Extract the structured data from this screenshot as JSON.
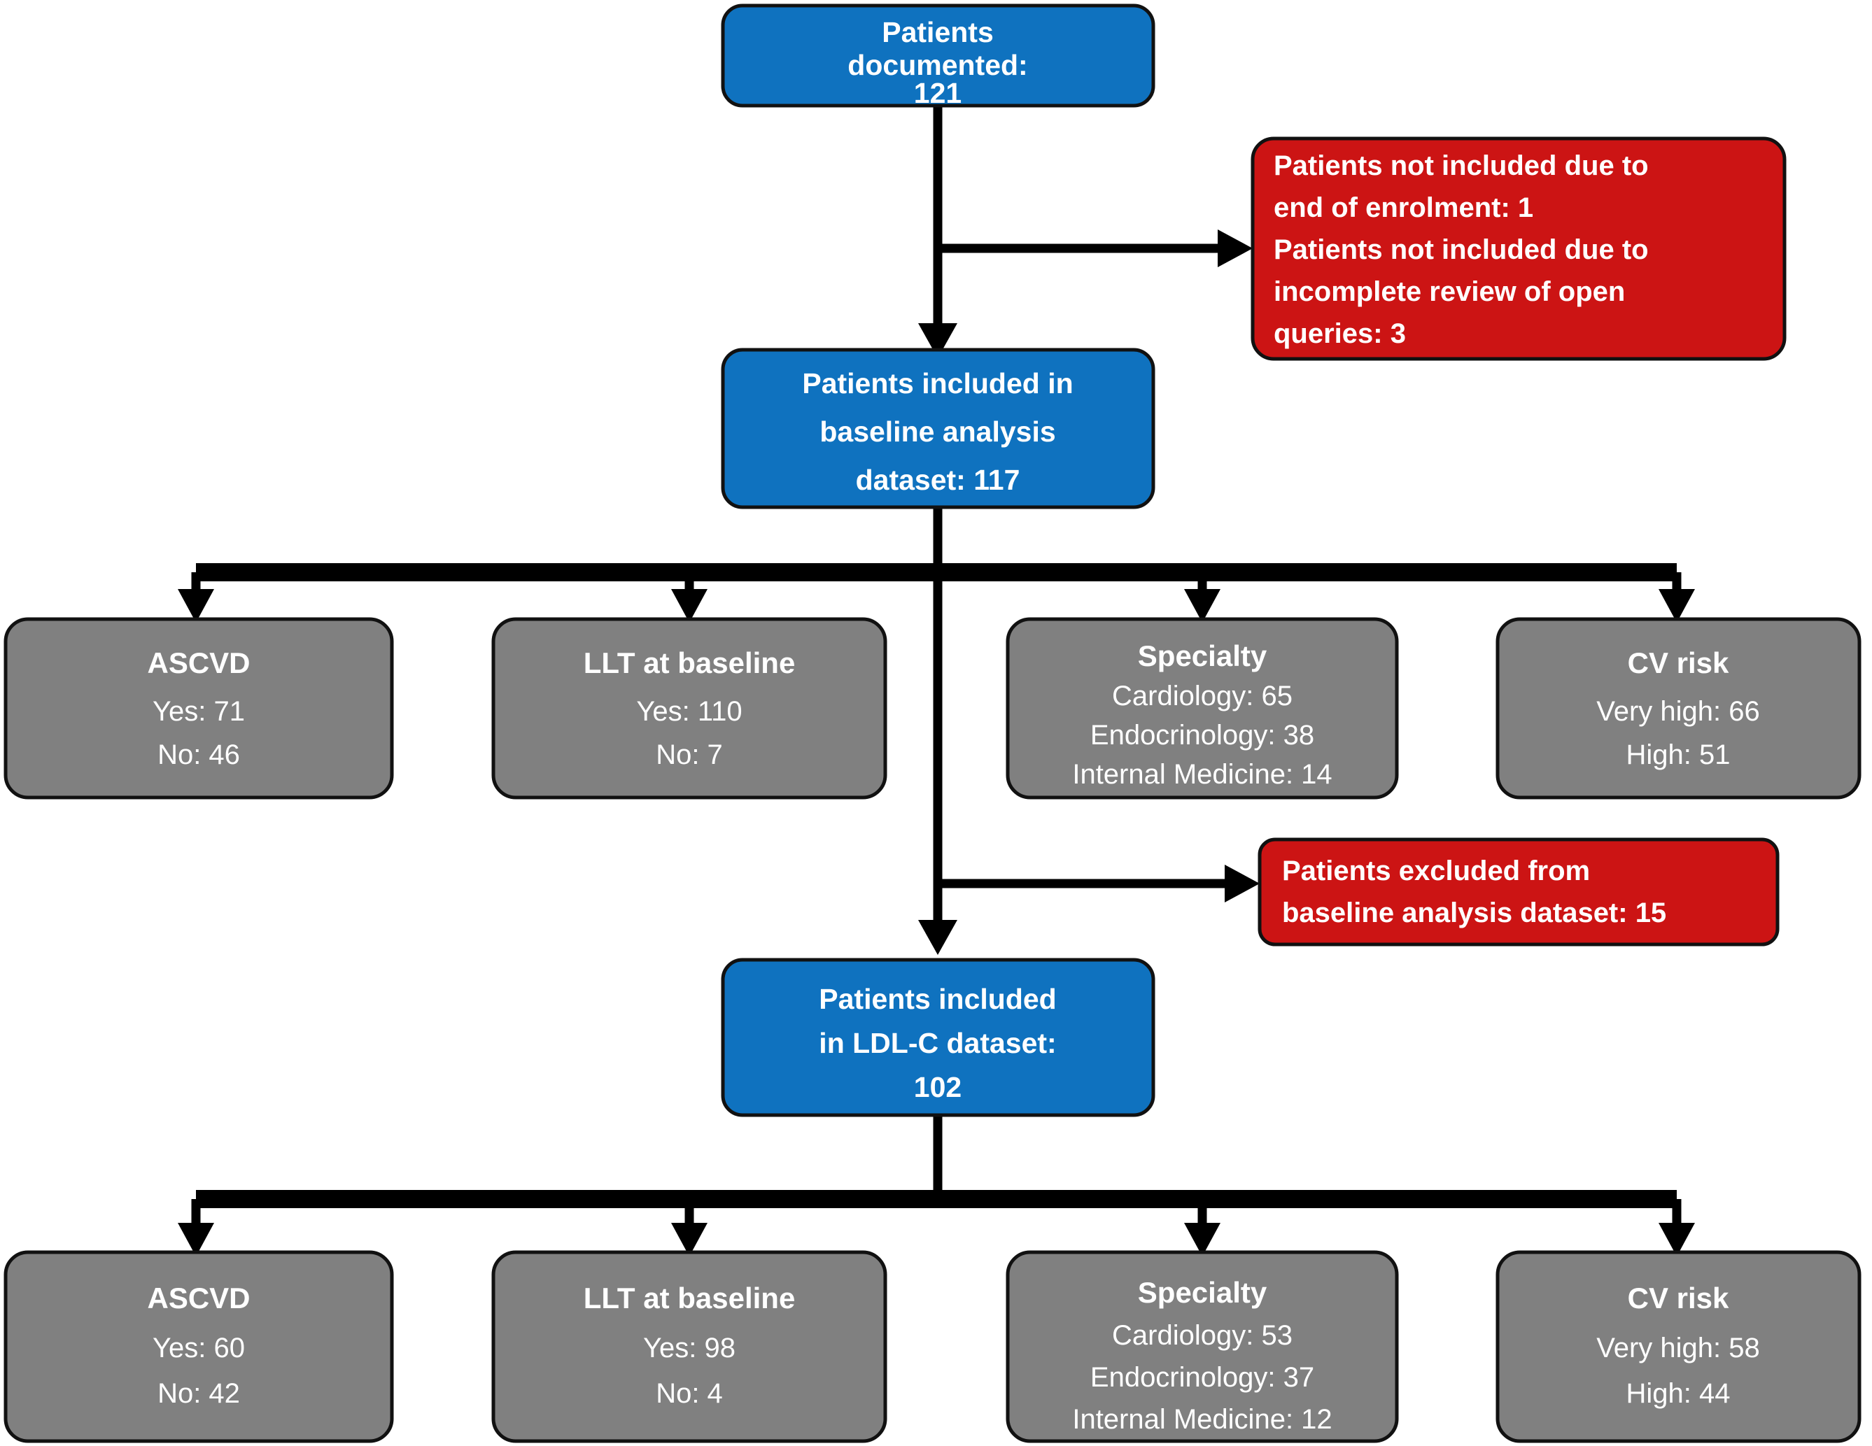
{
  "figure": {
    "type": "flowchart",
    "title": "Patient disposition flow diagram",
    "colors": {
      "blue": "#0f72bf",
      "red": "#cc1414",
      "gray": "#808080",
      "connector": "#000000",
      "text": "#ffffff"
    }
  },
  "nodes": {
    "documented": {
      "kind": "blue",
      "lines": [
        "Patients",
        "documented:",
        "121"
      ]
    },
    "not_included": {
      "kind": "red",
      "lines": [
        "Patients not included due to",
        "end of enrolment: 1",
        "Patients not included due to",
        "incomplete review of open",
        "queries: 3"
      ]
    },
    "baseline_included": {
      "kind": "blue",
      "lines": [
        "Patients included in",
        "baseline analysis",
        "dataset: 117"
      ]
    },
    "excluded": {
      "kind": "red",
      "lines": [
        "Patients excluded from",
        "baseline analysis dataset: 15"
      ]
    },
    "ldlc_included": {
      "kind": "blue",
      "lines": [
        "Patients included",
        "in LDL-C dataset:",
        "102"
      ]
    }
  },
  "row_baseline": [
    {
      "title": "ASCVD",
      "lines": [
        "Yes: 71",
        "No: 46"
      ]
    },
    {
      "title": "LLT at baseline",
      "lines": [
        "Yes: 110",
        "No: 7"
      ]
    },
    {
      "title": "Specialty",
      "lines": [
        "Cardiology: 65",
        "Endocrinology: 38",
        "Internal Medicine: 14"
      ]
    },
    {
      "title": "CV risk",
      "lines": [
        "Very high: 66",
        "High: 51"
      ]
    }
  ],
  "row_ldlc": [
    {
      "title": "ASCVD",
      "lines": [
        "Yes: 60",
        "No: 42"
      ]
    },
    {
      "title": "LLT at baseline",
      "lines": [
        "Yes: 98",
        "No: 4"
      ]
    },
    {
      "title": "Specialty",
      "lines": [
        "Cardiology: 53",
        "Endocrinology: 37",
        "Internal Medicine: 12"
      ]
    },
    {
      "title": "CV risk",
      "lines": [
        "Very high: 58",
        "High: 44"
      ]
    }
  ]
}
